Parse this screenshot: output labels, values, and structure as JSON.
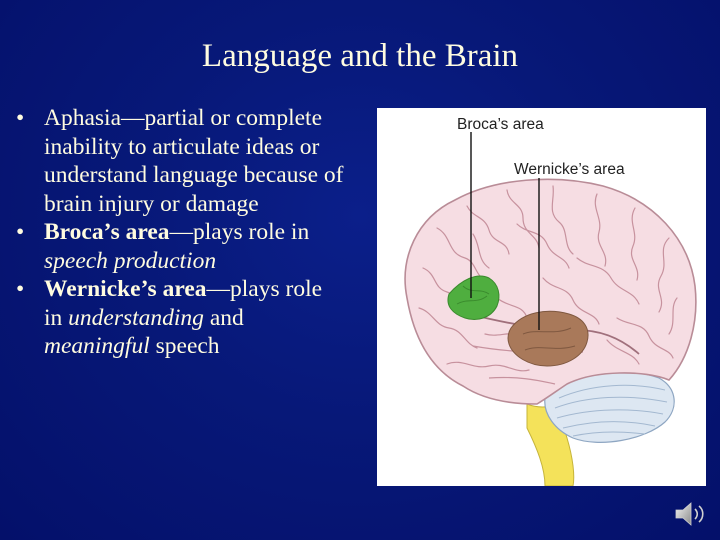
{
  "slide": {
    "title": "Language and the Brain",
    "bullets": [
      {
        "bullet": "•",
        "term": "Aphasia",
        "text": "—partial or complete inability to articulate ideas or understand language because of brain injury or damage"
      },
      {
        "bullet": "•",
        "term": "Broca’s area",
        "text_before": "—plays role in ",
        "emphasis": "speech production"
      },
      {
        "bullet": "•",
        "term": "Wernicke’s area",
        "text_before": "—plays role in ",
        "emphasis1": "understanding",
        "text_mid": " and ",
        "emphasis2": "meaningful",
        "text_after": " speech"
      }
    ]
  },
  "figure": {
    "label_broca": "Broca’s area",
    "label_wernicke": "Wernicke’s area",
    "colors": {
      "cortex": "#f6dde3",
      "cortex_outline": "#b98c97",
      "gyri": "#c7929e",
      "broca": "#4fae3f",
      "wernicke": "#a9795a",
      "cerebellum": "#dde7f2",
      "brainstem": "#f4e25a"
    }
  },
  "icons": {
    "audio": "speaker-icon"
  }
}
